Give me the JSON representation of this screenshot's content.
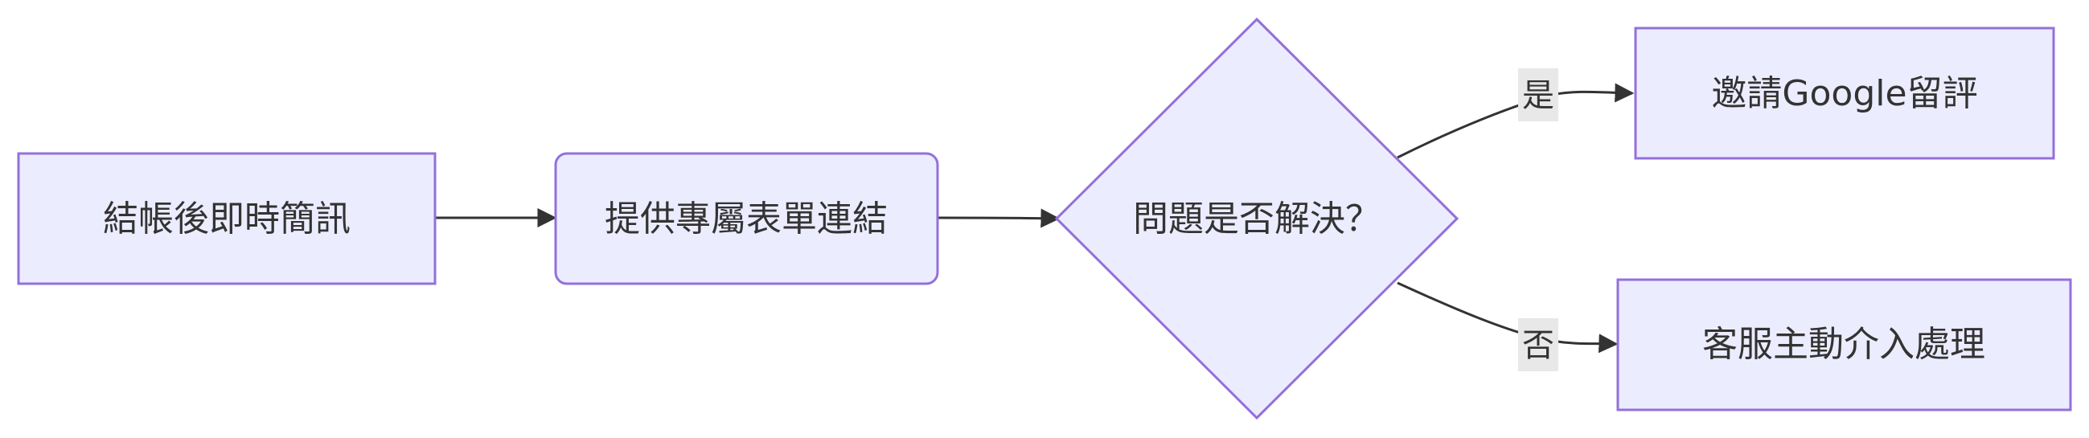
{
  "diagram": {
    "nodes": {
      "checkout_sms": "結帳後即時簡訊",
      "form_link": "提供專屬表單連結",
      "decision": "問題是否解決？",
      "google_review": "邀請Google留評",
      "cs_intervene": "客服主動介入處理"
    },
    "edge_labels": {
      "yes": "是",
      "no": "否"
    },
    "colors": {
      "node_fill": "#ececff",
      "node_stroke": "#9370db",
      "edge": "#333333",
      "label_bg": "#e8e8e8"
    }
  }
}
